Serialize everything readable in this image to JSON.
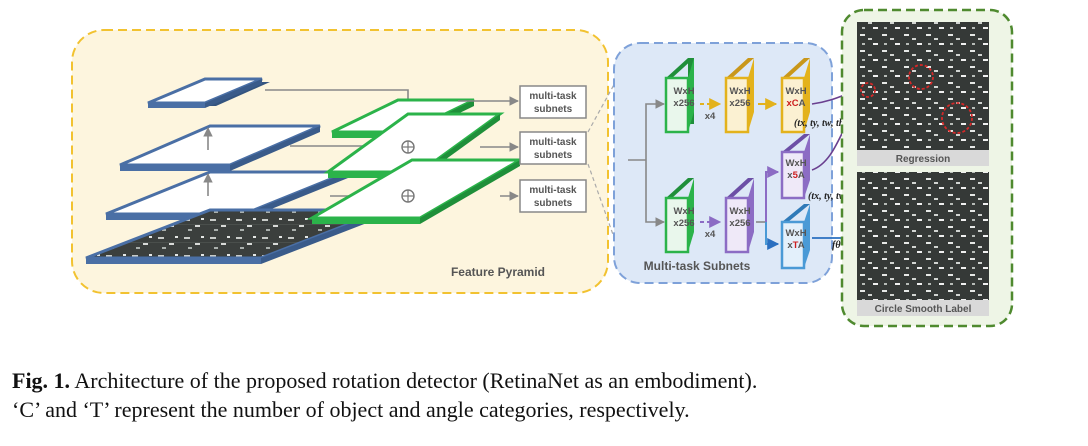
{
  "diagram": {
    "pyramid_label": "Feature Pyramid",
    "subnet_box_line1": "multi-task",
    "subnet_box_line2": "subnets",
    "subnets_panel_label": "Multi-task Subnets",
    "block_wxh": "WxH",
    "block_x256": "x256",
    "repeat_label": "x4",
    "class_channels_prefix": "x",
    "class_channels_letter": "C",
    "class_channels_suffix": "A",
    "smooth_channels_prefix": "x",
    "smooth_channels_letter": "5",
    "smooth_channels_suffix": "A",
    "angle_channels_prefix": "x",
    "angle_channels_letter": "T",
    "angle_channels_suffix": "A",
    "box_params_1": "(tx, ty, tw, th, tθ)",
    "box_params_2": "(tx, ty, tw, th)",
    "angle_param": "fθ",
    "regression_label": "Regression",
    "csl_label": "Circle Smooth Label"
  },
  "colors": {
    "pyramid_border": "#f2c230",
    "subnets_border": "#7ea1d9",
    "subnets_fill": "#dde8f7",
    "csl_border": "#4f8a2f",
    "csl_fill": "#eef5e6",
    "blue_layer": "#4a6fa5",
    "green_layer": "#2bb34a",
    "gold_block": "#e3b21c",
    "purple_block": "#8c6cc4",
    "lightblue_block": "#4a9ad6",
    "red_text": "#cc1f1f"
  },
  "caption": {
    "fig_label": "Fig. 1.",
    "line1": "Architecture of the proposed rotation detector (RetinaNet as an embodiment).",
    "line2": "‘C’ and ‘T’ represent the number of object and angle categories, respectively."
  }
}
